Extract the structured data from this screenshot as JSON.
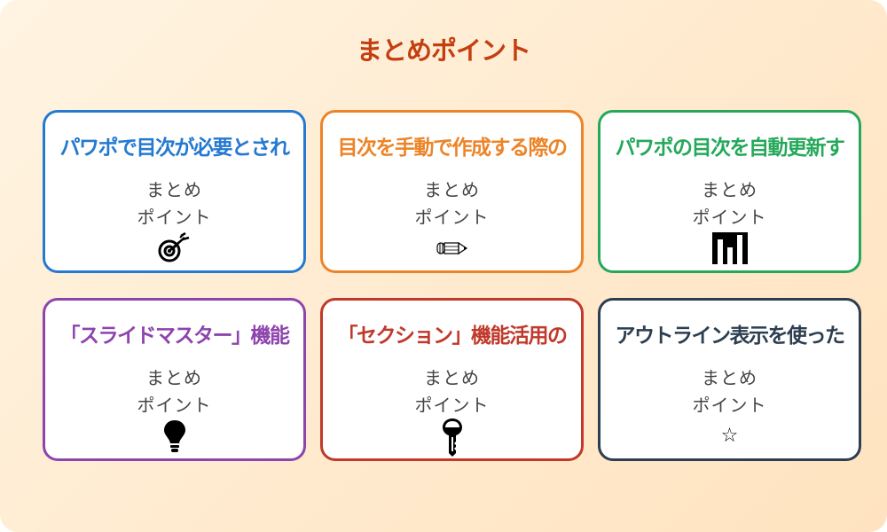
{
  "header": {
    "title": "まとめポイント"
  },
  "cards": [
    {
      "title": "パワポで目次が必要とされ",
      "line1": "まとめ",
      "line2": "ポイント",
      "icon": "target-icon",
      "color": "#2479d0"
    },
    {
      "title": "目次を手動で作成する際の",
      "line1": "まとめ",
      "line2": "ポイント",
      "icon": "pencil-icon",
      "color": "#ec8427"
    },
    {
      "title": "パワポの目次を自動更新す",
      "line1": "まとめ",
      "line2": "ポイント",
      "icon": "bar-chart-icon",
      "color": "#25a85a"
    },
    {
      "title": "「スライドマスター」機能",
      "line1": "まとめ",
      "line2": "ポイント",
      "icon": "lightbulb-icon",
      "color": "#8e44ad"
    },
    {
      "title": "「セクション」機能活用の",
      "line1": "まとめ",
      "line2": "ポイント",
      "icon": "key-icon",
      "color": "#c0392b"
    },
    {
      "title": "アウトライン表示を使った",
      "line1": "まとめ",
      "line2": "ポイント",
      "icon": "star-icon",
      "glyph": "☆",
      "color": "#2c3e50"
    }
  ]
}
